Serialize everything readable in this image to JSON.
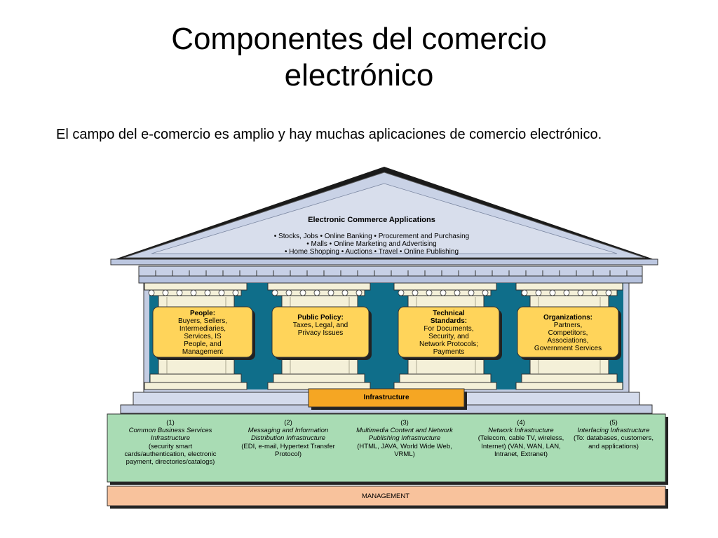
{
  "slide": {
    "title_line1": "Componentes del comercio",
    "title_line2": "electrónico",
    "body": "El campo del e-comercio es amplio y hay muchas aplicaciones de comercio electrónico."
  },
  "diagram": {
    "pediment": {
      "heading": "Electronic Commerce Applications",
      "lines": [
        "• Stocks, Jobs • Online Banking • Procurement and Purchasing",
        "• Malls • Online Marketing and Advertising",
        "• Home Shopping • Auctions • Travel • Online Publishing"
      ]
    },
    "pillars": [
      {
        "title": "People:",
        "lines": [
          "Buyers, Sellers,",
          "Intermediaries,",
          "Services, IS",
          "People, and",
          "Management"
        ]
      },
      {
        "title": "Public Policy:",
        "lines": [
          "Taxes, Legal, and",
          "Privacy Issues"
        ]
      },
      {
        "title": "Technical Standards:",
        "lines": [
          "For Documents,",
          "Security, and",
          "Network Protocols;",
          "Payments"
        ]
      },
      {
        "title": "Organizations:",
        "lines": [
          "Partners,",
          "Competitors,",
          "Associations,",
          "Government Services"
        ]
      }
    ],
    "infrastructure_label": "Infrastructure",
    "layers": [
      {
        "num": "(1)",
        "name": "Common Business Services Infrastructure",
        "desc": "(security smart cards/authentication, electronic payment, directories/catalogs)"
      },
      {
        "num": "(2)",
        "name": "Messaging and Information Distribution Infrastructure",
        "desc": "(EDI, e-mail, Hypertext Transfer Protocol)"
      },
      {
        "num": "(3)",
        "name": "Multimedia Content and Network Publishing Infrastructure",
        "desc": "(HTML, JAVA, World Wide Web, VRML)"
      },
      {
        "num": "(4)",
        "name": "Network Infrastructure",
        "desc": "(Telecom, cable TV, wireless, Internet) (VAN, WAN, LAN, Intranet, Extranet)"
      },
      {
        "num": "(5)",
        "name": "Interfacing Infrastructure",
        "desc": "(To: databases, customers, and applications)"
      }
    ],
    "management_label": "MANAGEMENT",
    "colors": {
      "pediment": "#c9d2e6",
      "interior": "#0f6e8a",
      "panel": "#ffd45a",
      "infra": "#f5a623",
      "layer_band": "#a9dcb4",
      "management": "#f8c29c",
      "column": "#f4f0d8"
    }
  }
}
